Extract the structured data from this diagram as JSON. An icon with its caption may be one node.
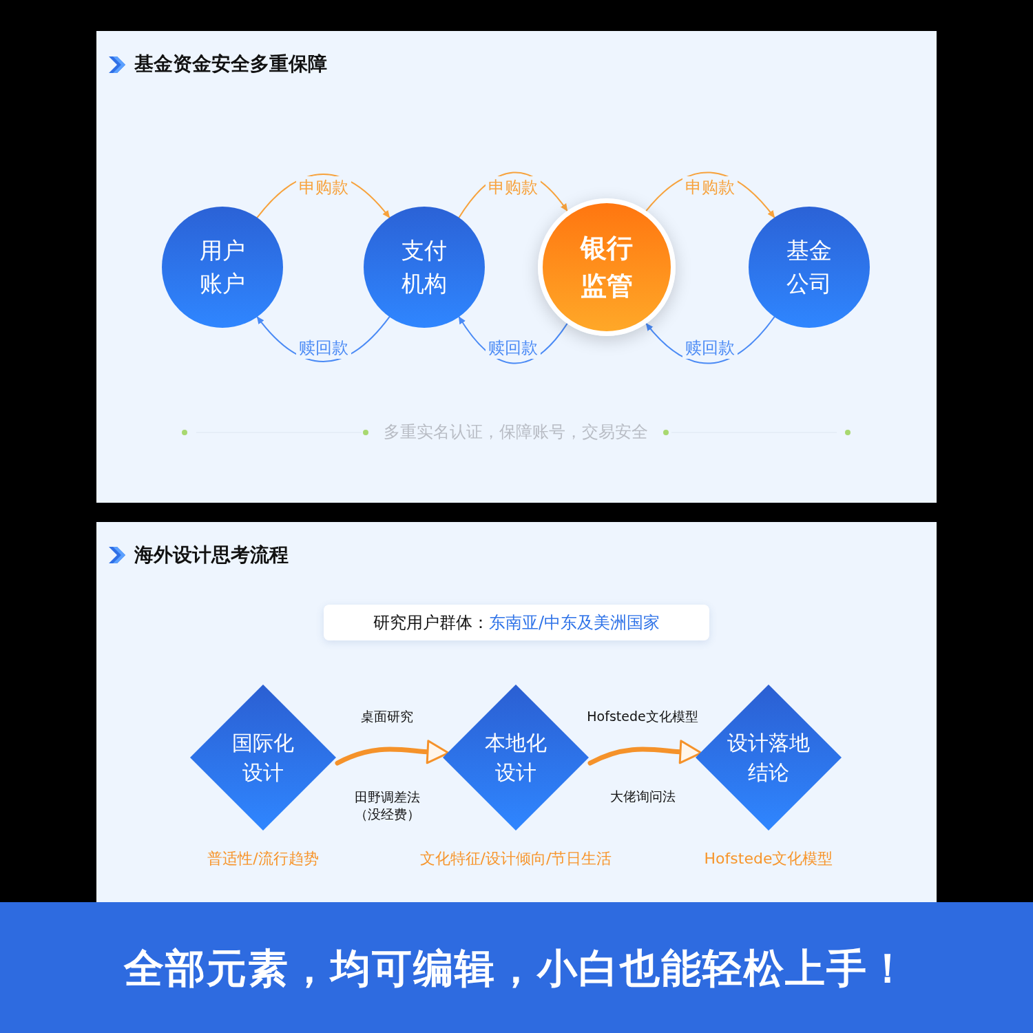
{
  "diagram": {
    "title": "基金资金安全多重保障",
    "caption": "全部元素，均可编辑，小白也能轻松上手！",
    "nodes": [
      {
        "text": [
          "用户账户"
        ]
      },
      {
        "text": [
          "支付机构"
        ]
      },
      {
        "text": [
          "银行监管"
        ]
      },
      {
        "text": [
          "基金公司"
        ]
      },
      {
        "text": [
          "国际化设计"
        ],
        "beside": [
          "普适性/流行趋势"
        ]
      },
      {
        "text": [
          "本地化设计"
        ],
        "beside": [
          "文化特征/设计倾向/节日生活"
        ]
      },
      {
        "text": [
          "设计落地结论"
        ],
        "beside": [
          "Hofstede文化模型"
        ]
      },
      {
        "text": [
          "研究用户群体：",
          "东南亚/中东及美洲国家"
        ]
      }
    ],
    "edges": [
      {
        "from": 0,
        "to": 1,
        "arrow": "to",
        "label": "申购款",
        "color": "#f7a23c"
      },
      {
        "from": 1,
        "to": 0,
        "arrow": "to",
        "label": "赎回款",
        "color": "#4a8af5"
      },
      {
        "from": 1,
        "to": 2,
        "arrow": "to",
        "label": "申购款",
        "color": "#f7a23c"
      },
      {
        "from": 2,
        "to": 1,
        "arrow": "to",
        "label": "赎回款",
        "color": "#4a8af5"
      },
      {
        "from": 2,
        "to": 3,
        "arrow": "to",
        "label": "申购款",
        "color": "#f7a23c"
      },
      {
        "from": 3,
        "to": 2,
        "arrow": "to",
        "label": "赎回款",
        "color": "#4a8af5"
      },
      {
        "from": 4,
        "to": 5,
        "arrow": "to",
        "style": "thick",
        "color": "#f5922a"
      },
      {
        "from": 5,
        "to": 6,
        "arrow": "to",
        "style": "thick",
        "color": "#f5922a"
      }
    ],
    "labels": [
      "多重实名认证，保障账号，交易安全",
      "海外设计思考流程",
      "桌面研究",
      "田野调差法（没经费）",
      "Hofstede文化模型",
      "大佬询问法"
    ]
  }
}
